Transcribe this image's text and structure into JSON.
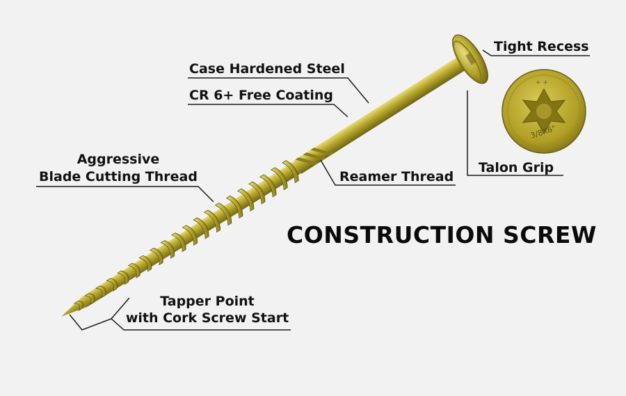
{
  "title": "CONSTRUCTION SCREW",
  "labels": {
    "tight_recess": "Tight Recess",
    "case_hardened": "Case Hardened Steel",
    "coating": "CR 6+ Free Coating",
    "aggressive_line1": "Aggressive",
    "aggressive_line2": "Blade Cutting Thread",
    "reamer": "Reamer Thread",
    "talon": "Talon Grip",
    "tapper_line1": "Tapper Point",
    "tapper_line2": "with Cork Screw Start"
  },
  "head_marking": "3/8X6\"",
  "colors": {
    "background": "#f2f2f2",
    "screw_body": "#b5a52b",
    "screw_dark": "#6f6412",
    "screw_light": "#e6dc78",
    "leader": "#1a1a1a"
  }
}
